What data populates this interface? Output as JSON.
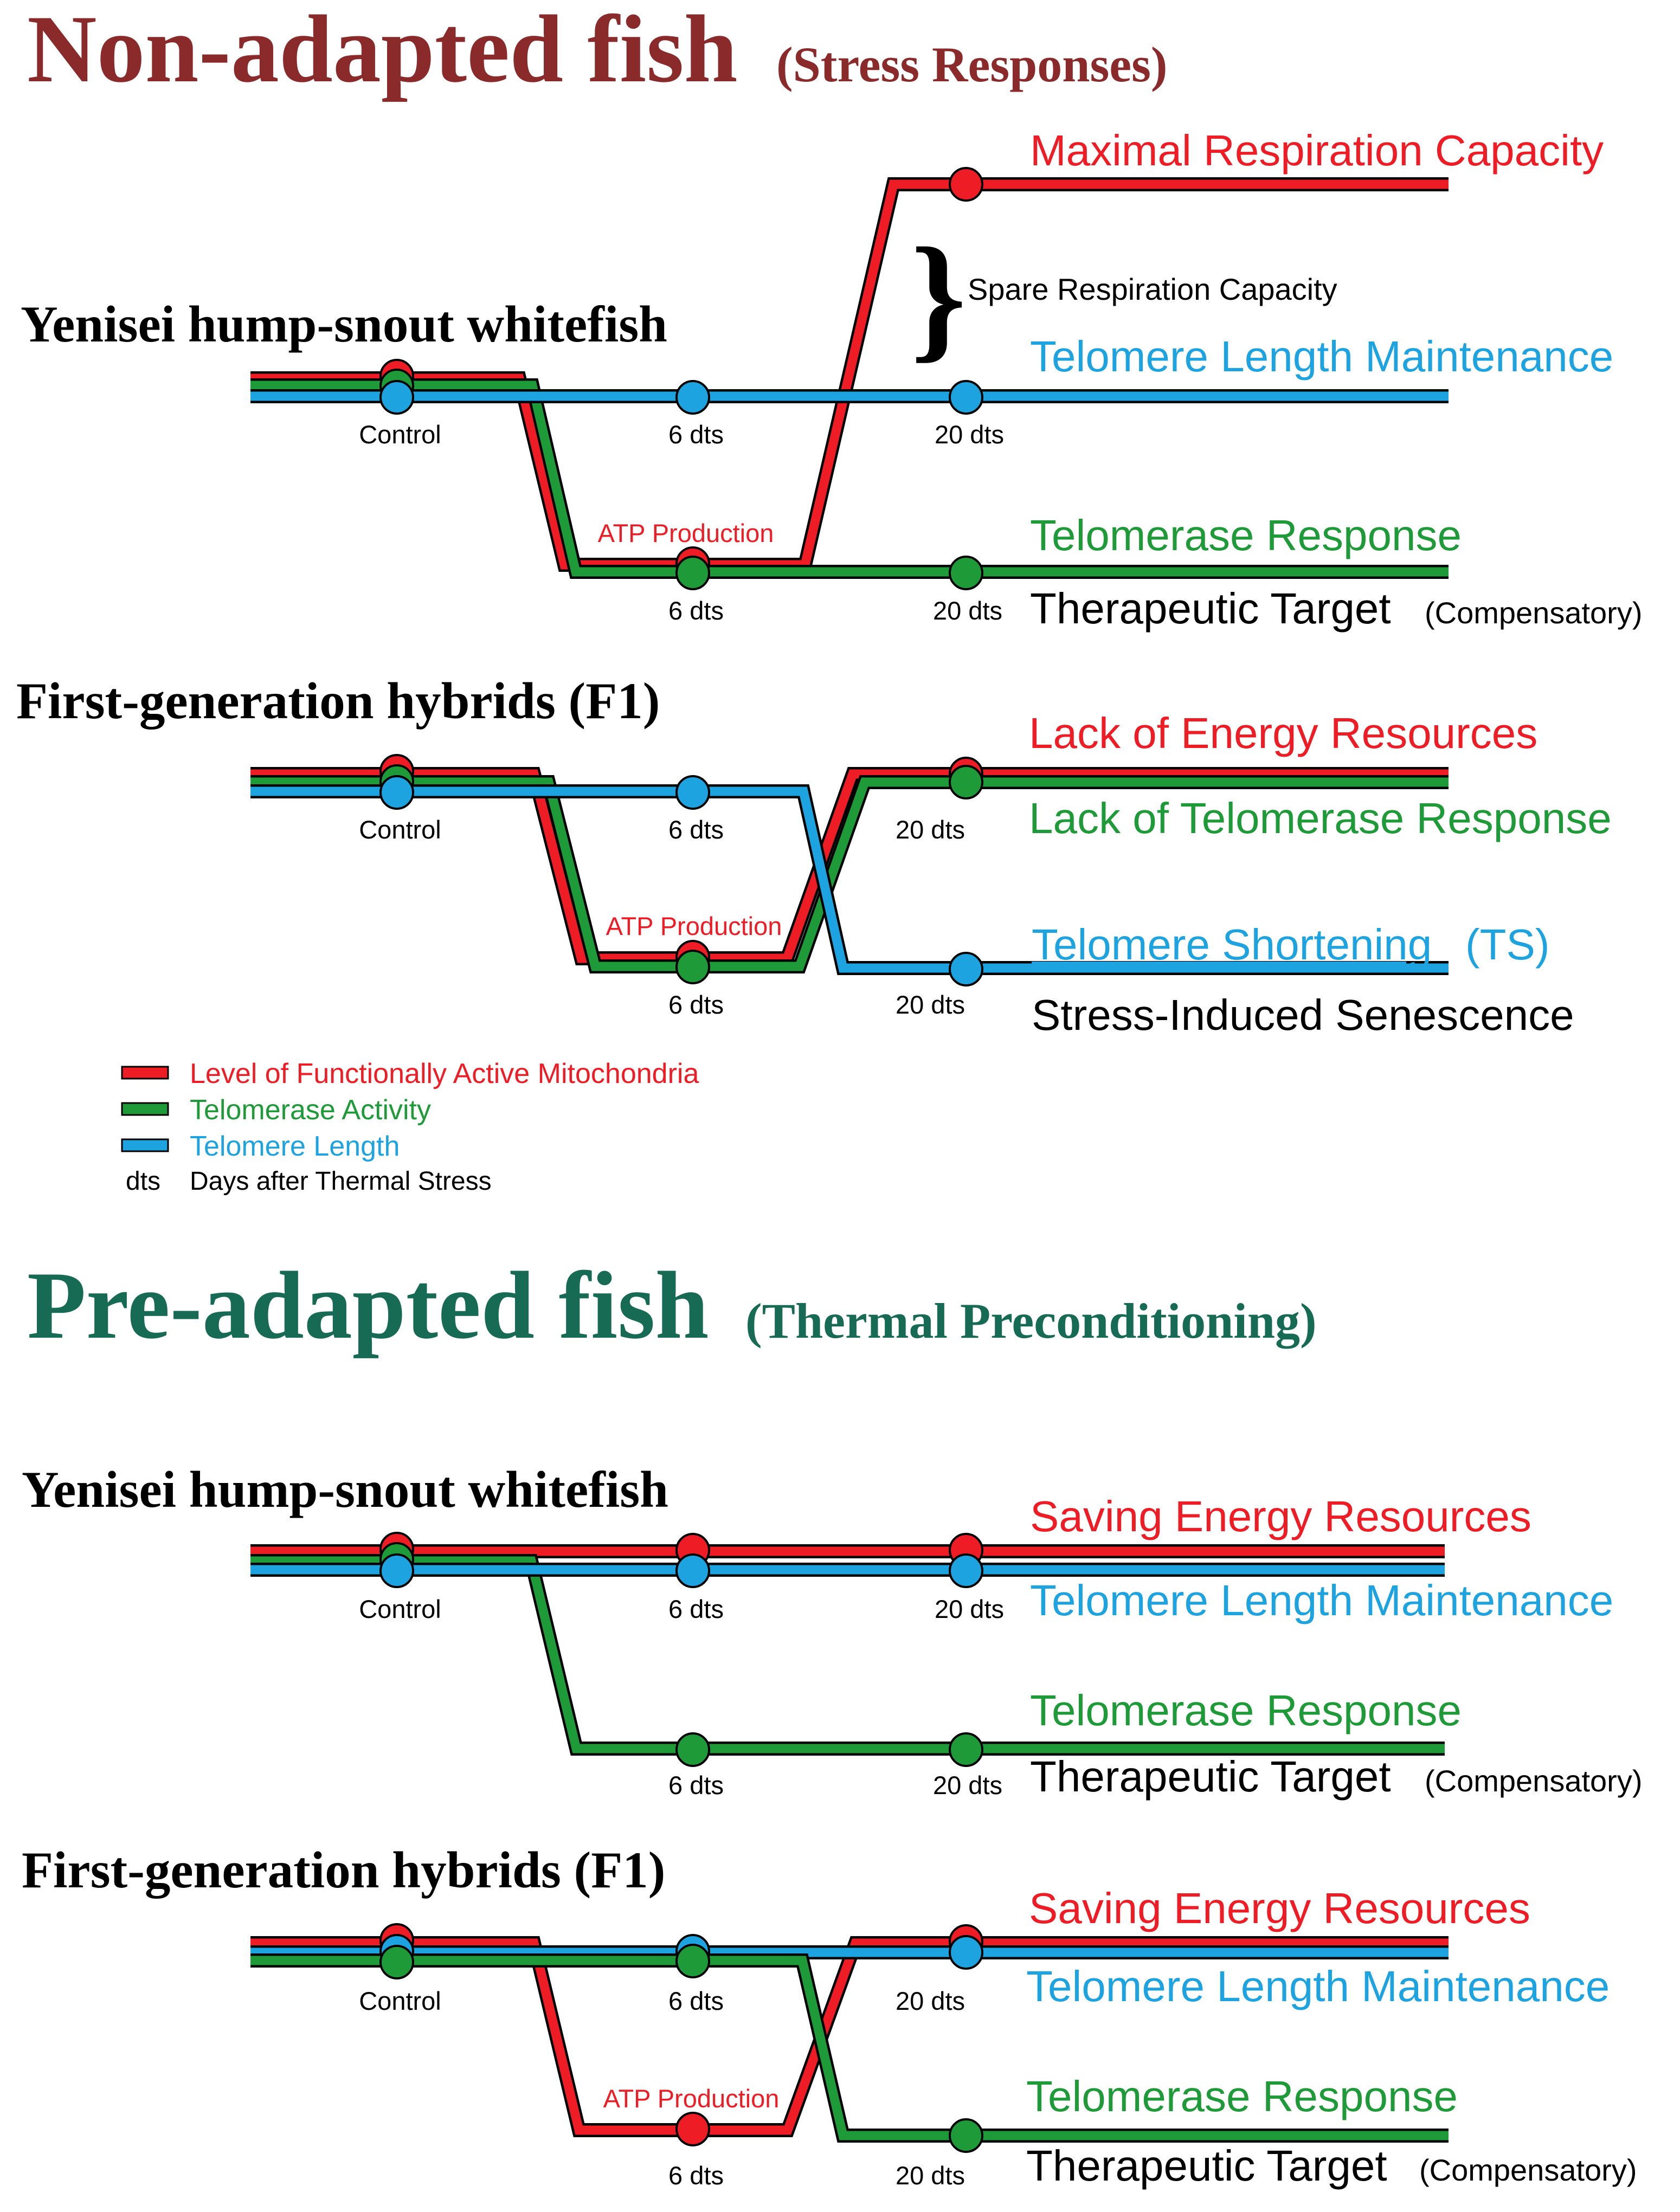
{
  "colors": {
    "mito": "#ee1c25",
    "telomerase": "#1e9b38",
    "telomere": "#1ca3e0",
    "nonadapted_title": "#8b2a2a",
    "preadapted_title": "#176b54",
    "text": "#000000"
  },
  "sections": {
    "nonadapted": {
      "title": "Non-adapted fish",
      "subtitle": "(Stress Responses)"
    },
    "preadapted": {
      "title": "Pre-adapted fish",
      "subtitle": "(Thermal Preconditioning)"
    }
  },
  "panels": {
    "p1": {
      "heading": "Yenisei hump-snout whitefish",
      "labels": {
        "control": "Control",
        "d6_top": "6 dts",
        "d20_top": "20 dts",
        "d6_bottom": "6 dts",
        "d20_bottom": "20 dts",
        "atp": "ATP Production"
      },
      "bracket": "}",
      "bracket_label": "Spare Respiration Capacity",
      "outcomes": {
        "maximal_respiration": "Maximal Respiration Capacity",
        "telomere_length_maintenance": "Telomere Length Maintenance",
        "telomerase_response": "Telomerase Response",
        "therapeutic_target": "Therapeutic Target",
        "compensatory": "(Compensatory)"
      }
    },
    "p2": {
      "heading": "First-generation hybrids (F1)",
      "labels": {
        "control": "Control",
        "d6_top": "6 dts",
        "d20_top": "20 dts",
        "d6_bottom": "6 dts",
        "d20_bottom": "20 dts",
        "atp": "ATP Production"
      },
      "outcomes": {
        "lack_energy": "Lack of Energy Resources",
        "lack_telomerase": "Lack of Telomerase Response",
        "telomere_shortening": "Telomere Shortening",
        "ts": "(TS)",
        "senescence": "Stress-Induced Senescence"
      }
    },
    "p3": {
      "heading": "Yenisei hump-snout whitefish",
      "labels": {
        "control": "Control",
        "d6_top": "6 dts",
        "d20_top": "20 dts",
        "d6_bottom": "6 dts",
        "d20_bottom": "20 dts"
      },
      "outcomes": {
        "saving_energy": "Saving Energy Resources",
        "telomere_length_maintenance": "Telomere Length Maintenance",
        "telomerase_response": "Telomerase Response",
        "therapeutic_target": "Therapeutic Target",
        "compensatory": "(Compensatory)"
      }
    },
    "p4": {
      "heading": "First-generation hybrids (F1)",
      "labels": {
        "control": "Control",
        "d6_top": "6 dts",
        "d20_top": "20 dts",
        "d6_bottom": "6 dts",
        "d20_bottom": "20 dts",
        "atp": "ATP Production"
      },
      "outcomes": {
        "saving_energy": "Saving Energy Resources",
        "telomere_length_maintenance": "Telomere Length Maintenance",
        "telomerase_response": "Telomerase Response",
        "therapeutic_target": "Therapeutic Target",
        "compensatory": "(Compensatory)"
      }
    }
  },
  "legend": {
    "items": [
      {
        "label": "Level of Functionally Active Mitochondria"
      },
      {
        "label": "Telomerase Activity"
      },
      {
        "label": "Telomere Length"
      }
    ],
    "abbrev": "dts",
    "abbrev_label": "Days after Thermal Stress"
  }
}
